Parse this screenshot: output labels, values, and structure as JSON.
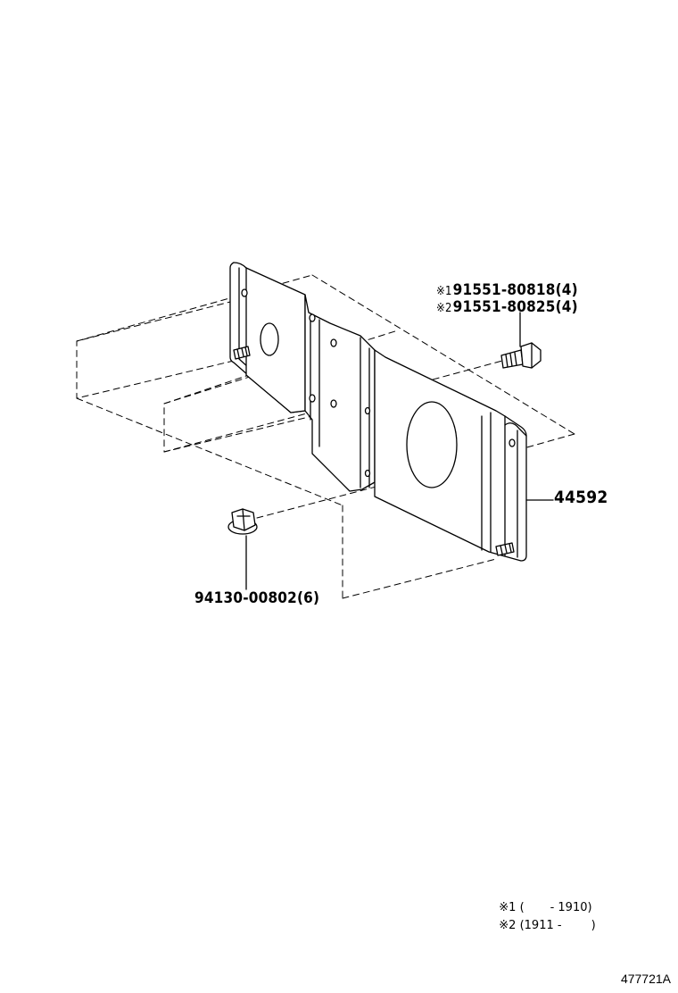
{
  "parts": {
    "bolt_1": {
      "marker": "※1",
      "number": "91551-80818(4)"
    },
    "bolt_2": {
      "marker": "※2",
      "number": "91551-80825(4)"
    },
    "bracket": {
      "number": "44592"
    },
    "nut": {
      "number": "94130-00802(6)"
    }
  },
  "notes": [
    {
      "marker": "※1",
      "range": "(       ‑ 1910)"
    },
    {
      "marker": "※2",
      "range": "(1911 ‑        )"
    }
  ],
  "figure_id": "477721A"
}
